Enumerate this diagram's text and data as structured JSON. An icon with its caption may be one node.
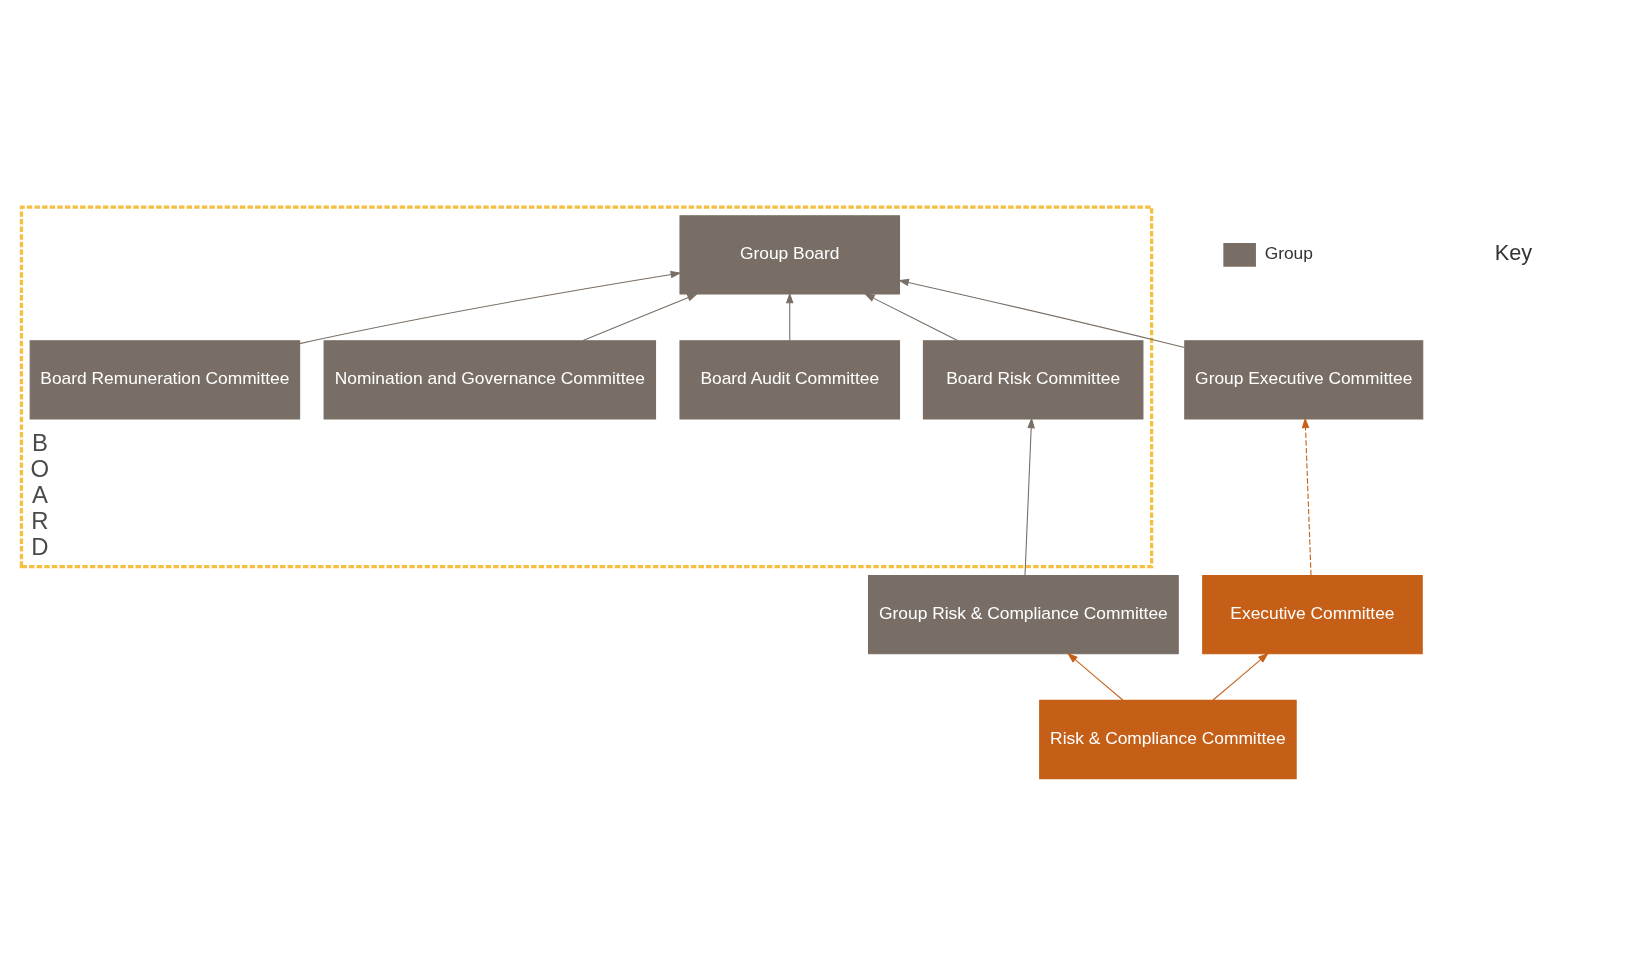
{
  "diagram": {
    "nodes": [
      {
        "text": [
          "BOARD"
        ]
      },
      {
        "text": [
          "Group Board"
        ],
        "in": 0
      },
      {
        "text": [
          "Board Risk Committee"
        ],
        "in": 0
      },
      {
        "text": [
          "Board Audit Committee"
        ],
        "in": 0
      },
      {
        "text": [
          "Nomination and Governance Committee"
        ],
        "in": 0
      },
      {
        "text": [
          "Board Remuneration Committee"
        ],
        "in": 0
      },
      {
        "text": [
          "Group Risk & Compliance Committee"
        ]
      },
      {
        "text": [
          "Group Executive Committee"
        ]
      },
      {
        "text": [
          "Executive Committee"
        ]
      },
      {
        "text": [
          "Risk & Compliance Committee"
        ]
      }
    ],
    "edges": [
      {
        "from": 2,
        "to": 1,
        "arrow": "to"
      },
      {
        "from": 3,
        "to": 1,
        "arrow": "to"
      },
      {
        "from": 4,
        "to": 1,
        "arrow": "to"
      },
      {
        "from": 5,
        "to": 1,
        "arrow": "to"
      },
      {
        "from": 7,
        "to": 1,
        "arrow": "to"
      },
      {
        "from": 6,
        "to": 2,
        "arrow": "to"
      },
      {
        "from": 8,
        "to": 7,
        "arrow": "to",
        "style": "dashed",
        "color": "#c55f17"
      },
      {
        "from": 9,
        "to": 8,
        "arrow": "to",
        "color": "#c55f17"
      },
      {
        "from": 9,
        "to": 6,
        "arrow": "to",
        "color": "#c55f17"
      }
    ],
    "labels": [
      "Key"
    ],
    "legend": [
      {
        "text": "Group",
        "color": "#786e65"
      }
    ]
  }
}
